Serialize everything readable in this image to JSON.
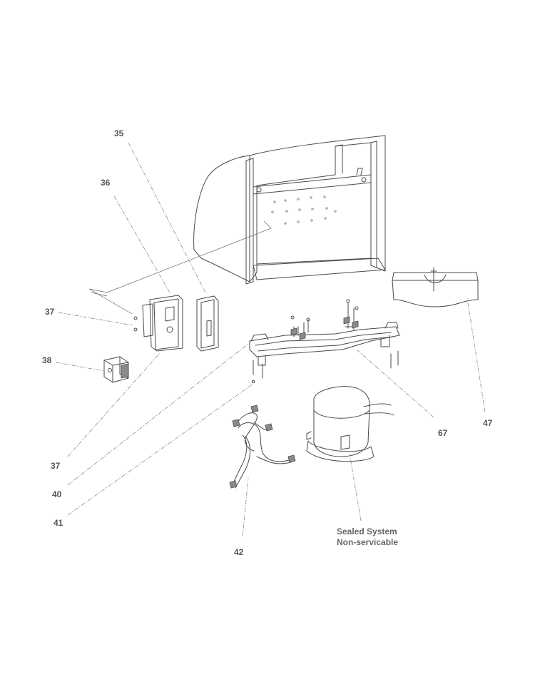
{
  "callouts": {
    "c35": "35",
    "c36": "36",
    "c37a": "37",
    "c38": "38",
    "c37b": "37",
    "c40": "40",
    "c41": "41",
    "c42": "42",
    "c67": "67",
    "c47": "47"
  },
  "note": {
    "line1": "Sealed System",
    "line2": "Non-servicable"
  }
}
